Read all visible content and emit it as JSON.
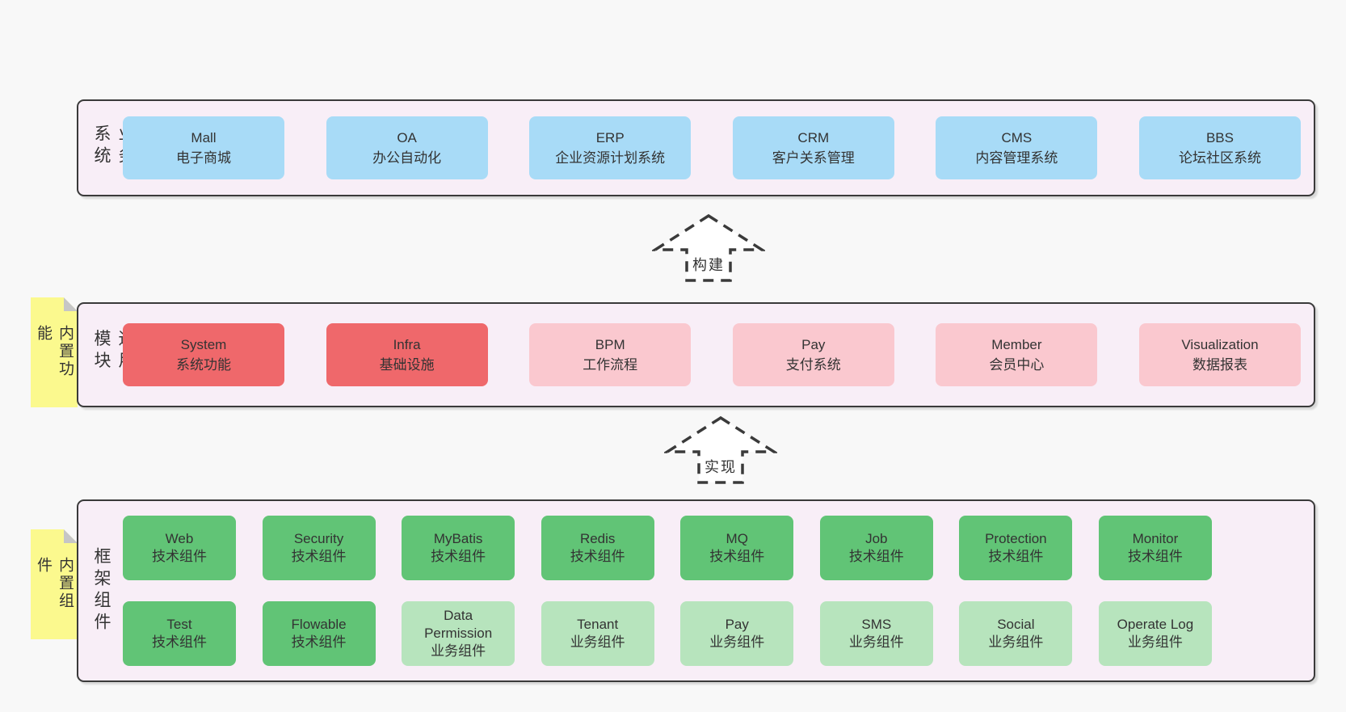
{
  "arrows": [
    {
      "label": "构建"
    },
    {
      "label": "实现"
    }
  ],
  "bands": [
    {
      "label": "业务系统",
      "boxes": [
        {
          "title": "Mall",
          "subtitle": "电子商城"
        },
        {
          "title": "OA",
          "subtitle": "办公自动化"
        },
        {
          "title": "ERP",
          "subtitle": "企业资源计划系统"
        },
        {
          "title": "CRM",
          "subtitle": "客户关系管理"
        },
        {
          "title": "CMS",
          "subtitle": "内容管理系统"
        },
        {
          "title": "BBS",
          "subtitle": "论坛社区系统"
        }
      ]
    },
    {
      "label": "通用模块",
      "sticky": "内置功能",
      "boxes": [
        {
          "title": "System",
          "subtitle": "系统功能"
        },
        {
          "title": "Infra",
          "subtitle": "基础设施"
        },
        {
          "title": "BPM",
          "subtitle": "工作流程"
        },
        {
          "title": "Pay",
          "subtitle": "支付系统"
        },
        {
          "title": "Member",
          "subtitle": "会员中心"
        },
        {
          "title": "Visualization",
          "subtitle": "数据报表"
        }
      ]
    },
    {
      "label": "框架组件",
      "sticky": "内置组件",
      "rows": [
        [
          {
            "title": "Web",
            "subtitle": "技术组件"
          },
          {
            "title": "Security",
            "subtitle": "技术组件"
          },
          {
            "title": "MyBatis",
            "subtitle": "技术组件"
          },
          {
            "title": "Redis",
            "subtitle": "技术组件"
          },
          {
            "title": "MQ",
            "subtitle": "技术组件"
          },
          {
            "title": "Job",
            "subtitle": "技术组件"
          },
          {
            "title": "Protection",
            "subtitle": "技术组件"
          },
          {
            "title": "Monitor",
            "subtitle": "技术组件"
          }
        ],
        [
          {
            "title": "Test",
            "subtitle": "技术组件"
          },
          {
            "title": "Flowable",
            "subtitle": "技术组件"
          },
          {
            "title": "Data Permission",
            "subtitle": "业务组件"
          },
          {
            "title": "Tenant",
            "subtitle": "业务组件"
          },
          {
            "title": "Pay",
            "subtitle": "业务组件"
          },
          {
            "title": "SMS",
            "subtitle": "业务组件"
          },
          {
            "title": "Social",
            "subtitle": "业务组件"
          },
          {
            "title": "Operate Log",
            "subtitle": "业务组件"
          }
        ]
      ]
    }
  ],
  "colors": {
    "page_background": "#f8f8f8",
    "band_background": "#f8eef7",
    "band_border": "#3a3a3a",
    "business_box_blue": "#a8dbf7",
    "core_box_red": "#ef686b",
    "module_box_pink": "#fac8cf",
    "tech_box_green": "#61c476",
    "biz_box_green_light": "#b7e4bd",
    "sticky_yellow": "#fbf98e",
    "sticky_fold_gray": "#c6c6c6",
    "text": "#333333"
  }
}
